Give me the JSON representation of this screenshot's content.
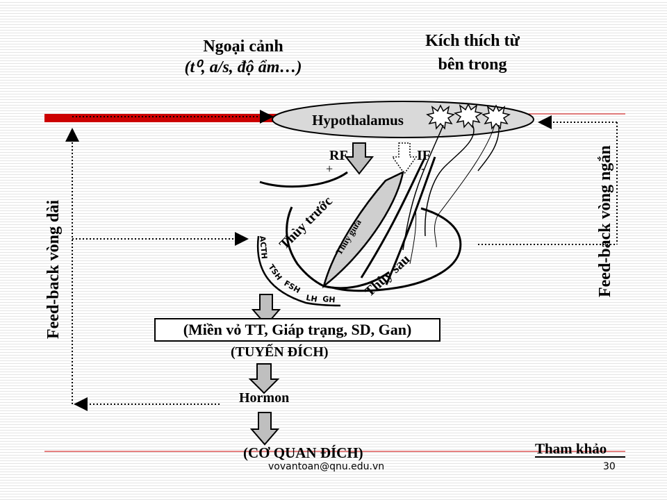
{
  "environment": {
    "title_line1": "Ngoại cảnh",
    "title_line2": "(t⁰, a/s, độ ẩm…)"
  },
  "internal": {
    "title_line1": "Kích thích từ",
    "title_line2": "bên trong"
  },
  "hypothalamus_label": "Hypothalamus",
  "rf_label": "RF",
  "rf_sign": "+",
  "if_label": "IF",
  "if_sign": "-",
  "anterior_lobe": "Thùy trước",
  "middle_lobe": "Thùy giữa",
  "posterior_lobe": "Thùy sau",
  "hormones": [
    "ACTH",
    "TSH",
    "FSH",
    "LH",
    "GH"
  ],
  "target_glands": "(Miền vỏ TT, Giáp trạng, SD, Gan)",
  "target_caption": "(TUYẾN ĐÍCH)",
  "hormone_label": "Hormon",
  "target_organ": "(CƠ QUAN ĐÍCH)",
  "long_feedback": "Feed-back vòng dài",
  "short_feedback": "Feed-back vòng ngắn",
  "reference": "Tham khảo",
  "footer_email": "vovantoan@qnu.edu.vn",
  "page_number": "30",
  "colors": {
    "red_bar": "#cc0000",
    "ellipse_fill": "#d9d9d9",
    "middle_lobe_fill": "#cfcfcf"
  }
}
